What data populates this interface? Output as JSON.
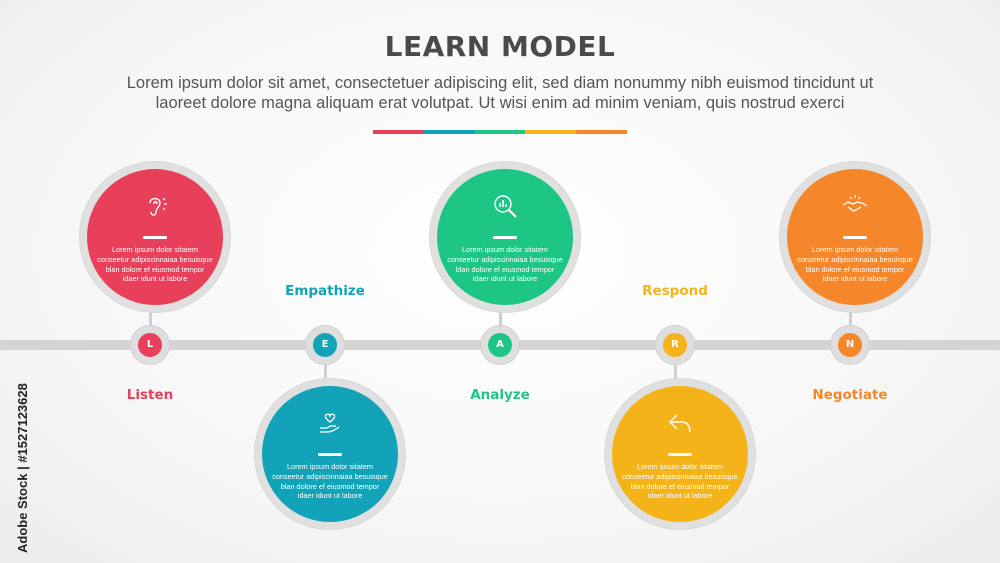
{
  "header": {
    "title": "LEARN MODEL",
    "subtitle_line1": "Lorem ipsum dolor sit amet, consectetuer adipiscing elit, sed diam nonummy nibh euismod tincidunt ut",
    "subtitle_line2": "laoreet dolore magna aliquam erat volutpat. Ut wisi enim ad minim veniam, quis nostrud exerci"
  },
  "colors": {
    "L": "#e8405a",
    "E": "#13a3b9",
    "A": "#1dc684",
    "R": "#f4b319",
    "N": "#f5862a"
  },
  "steps": [
    {
      "letter": "L",
      "label": "Listen",
      "icon": "ear-icon",
      "text": "Lorem ipsum dolor sitatem conseetur adipiscinnaiaa besuisque blan dolore ef eiusmod tempor idaer idunt ut labore"
    },
    {
      "letter": "E",
      "label": "Empathize",
      "icon": "heart-hand-icon",
      "text": "Lorem ipsum dolor sitatem conseetur adipiscinnaiaa besuisque blan dolore ef eiusmod tempor idaer idunt ut labore"
    },
    {
      "letter": "A",
      "label": "Analyze",
      "icon": "magnifier-chart-icon",
      "text": "Lorem ipsum dolor sitatem conseetur adipiscinnaiaa besuisque blan dolore ef eiusmod tempor idaer idunt ut labore"
    },
    {
      "letter": "R",
      "label": "Respond",
      "icon": "reply-arrow-icon",
      "text": "Lorem ipsum dolor sitatem conseetur adipiscinnaiaa besuisque blan dolore ef eiusmod tempor idaer idunt ut labore"
    },
    {
      "letter": "N",
      "label": "Negotiate",
      "icon": "handshake-icon",
      "text": "Lorem ipsum dolor sitatem conseetur adipiscinnaiaa besuisque blan dolore ef eiusmod tempor idaer idunt ut labore"
    }
  ],
  "watermark": "Adobe Stock | #1527123628"
}
